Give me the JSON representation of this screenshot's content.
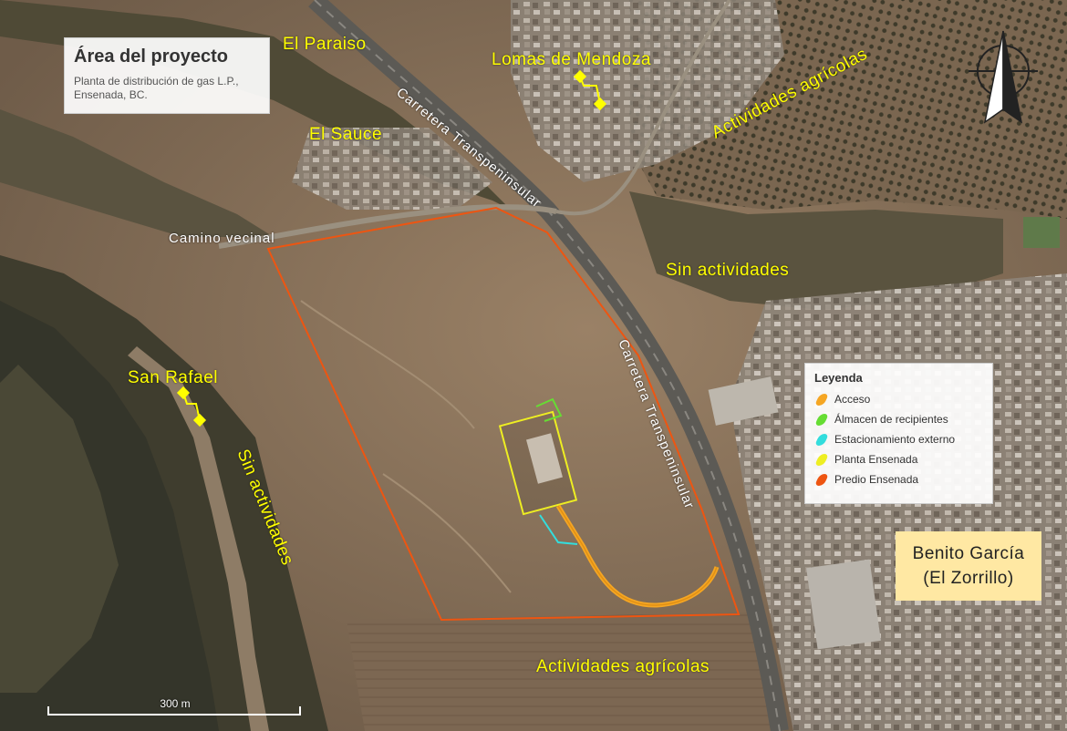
{
  "title_box": {
    "title": "Área del proyecto",
    "subtitle_line1": "Planta de distribución de gas L.P.,",
    "subtitle_line2": "Ensenada, BC."
  },
  "place_labels": {
    "el_paraiso": "El Paraiso",
    "lomas_de_mendoza": "Lomas de Mendoza",
    "el_sauce": "El Sauce",
    "san_rafael": "San Rafael",
    "sin_actividades_east": "Sin actividades",
    "sin_actividades_west": "Sin actividades",
    "actividades_agricolas_ne": "Actividades agrícolas",
    "actividades_agricolas_south": "Actividades agrícolas"
  },
  "road_labels": {
    "carretera_north": "Carretera   Transpeninsular",
    "carretera_south": "Carretera   Transpeninsular",
    "camino_vecinal": "Camino vecinal"
  },
  "benito": {
    "line1": "Benito García",
    "line2": "(El Zorrillo)"
  },
  "legend": {
    "title": "Leyenda",
    "items": [
      {
        "label": "Acceso",
        "color": "#f5a623"
      },
      {
        "label": "Álmacen de recipientes",
        "color": "#66dd33"
      },
      {
        "label": "Estacionamiento externo",
        "color": "#33dddd"
      },
      {
        "label": "Planta Ensenada",
        "color": "#eeee22"
      },
      {
        "label": "Predio Ensenada",
        "color": "#ee5511"
      }
    ]
  },
  "scale_bar": {
    "label": "300 m"
  },
  "colors": {
    "label_yellow": "#ffff00",
    "predio_outline": "#ee5511",
    "planta_outline": "#eeee22",
    "acceso_line": "#f5a623",
    "estacionamiento_line": "#33dddd",
    "almacen_line": "#66dd33",
    "benito_box": "#ffe8a3"
  },
  "icons": {
    "north_arrow": "north-arrow-icon",
    "location_marker": "zigzag-marker-icon"
  }
}
